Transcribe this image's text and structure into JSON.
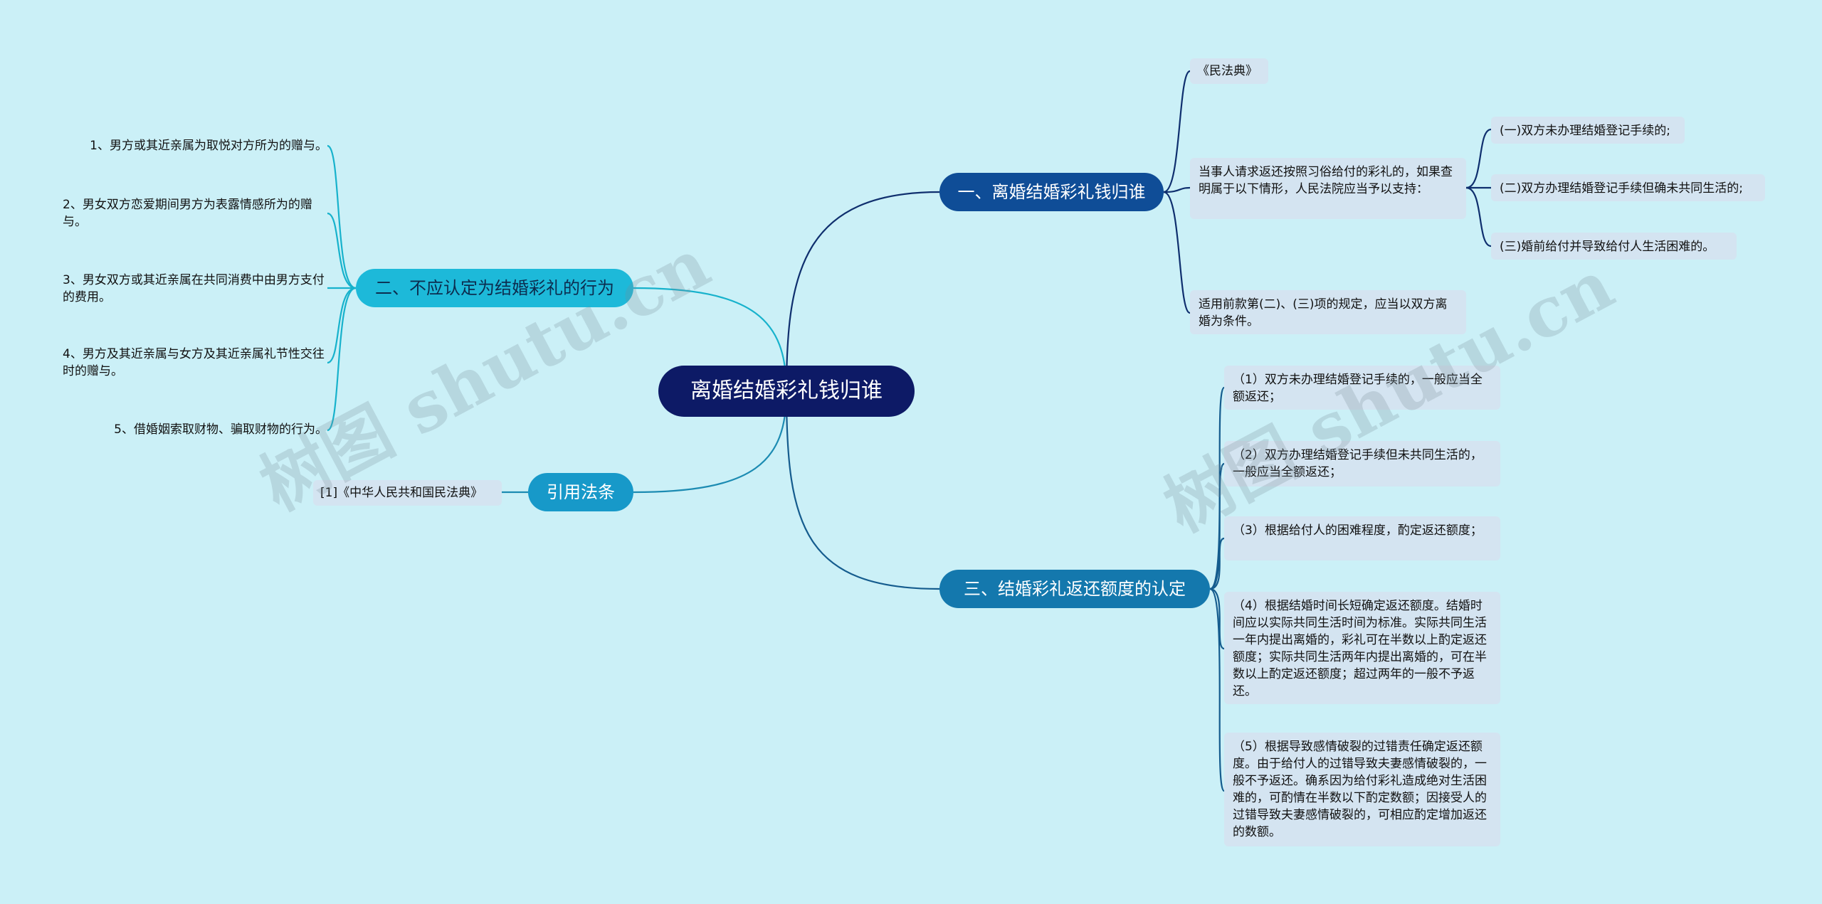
{
  "root": {
    "label": "离婚结婚彩礼钱归谁"
  },
  "branches": {
    "b1": {
      "label": "一、离婚结婚彩礼钱归谁",
      "items": [
        "《民法典》",
        " 当事人请求返还按照习俗给付的彩礼的，如果查明属于以下情形，人民法院应当予以支持：",
        "适用前款第(二)、(三)项的规定，应当以双方离婚为条件。"
      ],
      "sub": [
        "(一)双方未办理结婚登记手续的;",
        "(二)双方办理结婚登记手续但确未共同生活的;",
        "(三)婚前给付并导致给付人生活困难的。"
      ]
    },
    "b2": {
      "label": "二、不应认定为结婚彩礼的行为",
      "items": [
        "1、男方或其近亲属为取悦对方所为的赠与。",
        "2、男女双方恋爱期间男方为表露情感所为的赠与。",
        "3、男女双方或其近亲属在共同消费中由男方支付的费用。",
        "4、男方及其近亲属与女方及其近亲属礼节性交往时的赠与。",
        "5、借婚姻索取财物、骗取财物的行为。"
      ]
    },
    "b3": {
      "label": "三、结婚彩礼返还额度的认定",
      "items": [
        "（1）双方未办理结婚登记手续的，一般应当全额返还；",
        "（2）双方办理结婚登记手续但未共同生活的，一般应当全额返还；",
        "（3）根据给付人的困难程度，酌定返还额度；",
        "（4）根据结婚时间长短确定返还额度。结婚时间应以实际共同生活时间为标准。实际共同生活一年内提出离婚的，彩礼可在半数以上酌定返还额度；实际共同生活两年内提出离婚的，可在半数以上酌定返还额度；超过两年的一般不予返还。",
        "（5）根据导致感情破裂的过错责任确定返还额度。由于给付人的过错导致夫妻感情破裂的，一般不予返还。确系因为给付彩礼造成绝对生活困难的，可酌情在半数以下酌定数额；因接受人的过错导致夫妻感情破裂的，可相应酌定增加返还的数额。"
      ]
    },
    "b4": {
      "label": "引用法条",
      "items": [
        "[1]《中华人民共和国民法典》"
      ]
    }
  },
  "watermark": [
    "树图 shutu.cn",
    "树图 shutu.cn"
  ],
  "colors": {
    "background": "#cbf0f7",
    "root": "#0d1a66",
    "branch_dark": "#0f4d97",
    "branch_mid": "#1478ad",
    "branch_light": "#1db9d9",
    "leaf": "#d4e4f1"
  }
}
